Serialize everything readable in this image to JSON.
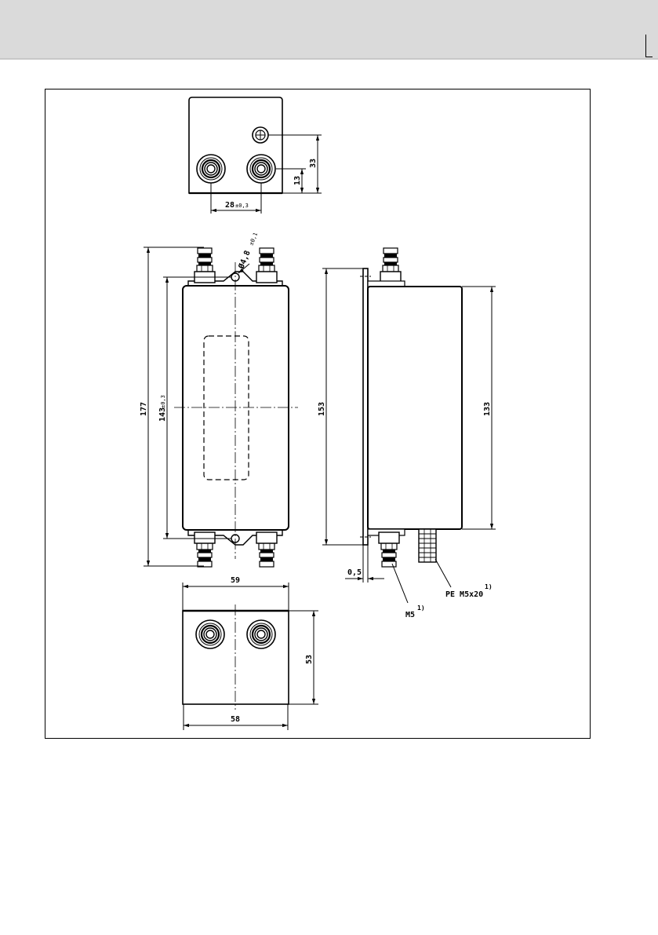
{
  "dimensions": {
    "top_view_hole_height": "33",
    "top_view_terminal_height": "13",
    "top_view_spacing": "28",
    "top_view_spacing_tol": "±0,3",
    "hole_diameter": "Ø4,8",
    "hole_diameter_tol": "±0,1",
    "overall_height": "177",
    "mounting_height": "143",
    "mounting_height_tol": "±0,3",
    "plate_height": "153",
    "body_height": "133",
    "plate_thickness": "0,5",
    "bottom_width": "59",
    "bottom_depth": "53",
    "bottom_body_width": "58"
  },
  "labels": {
    "terminal_thread": "M5",
    "terminal_note": "1)",
    "pe_thread": "PE M5x20",
    "pe_note": "1)"
  }
}
